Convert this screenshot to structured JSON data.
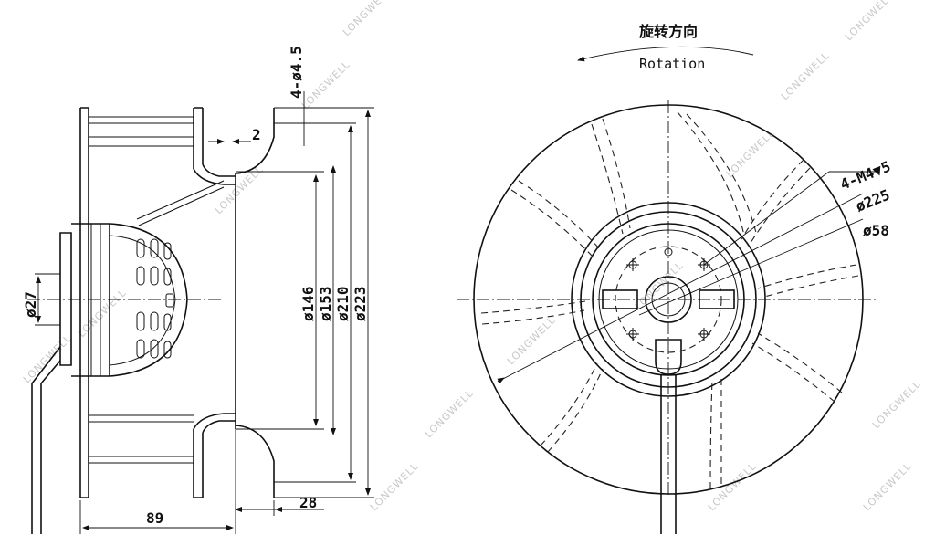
{
  "side_view": {
    "dims": {
      "hole_spec": "4-ø4.5",
      "gap": "2",
      "d_hub": "ø27",
      "d_146": "ø146",
      "d_153": "ø153",
      "d_210": "ø210",
      "d_223": "ø223",
      "depth_89": "89",
      "depth_28": "28"
    }
  },
  "front_view": {
    "rotation_cn": "旋转方向",
    "rotation_en": "Rotation",
    "dims": {
      "thread": "4-M4▼5",
      "d_225": "ø225",
      "d_58": "ø58"
    }
  },
  "watermark": "LONGWELL"
}
